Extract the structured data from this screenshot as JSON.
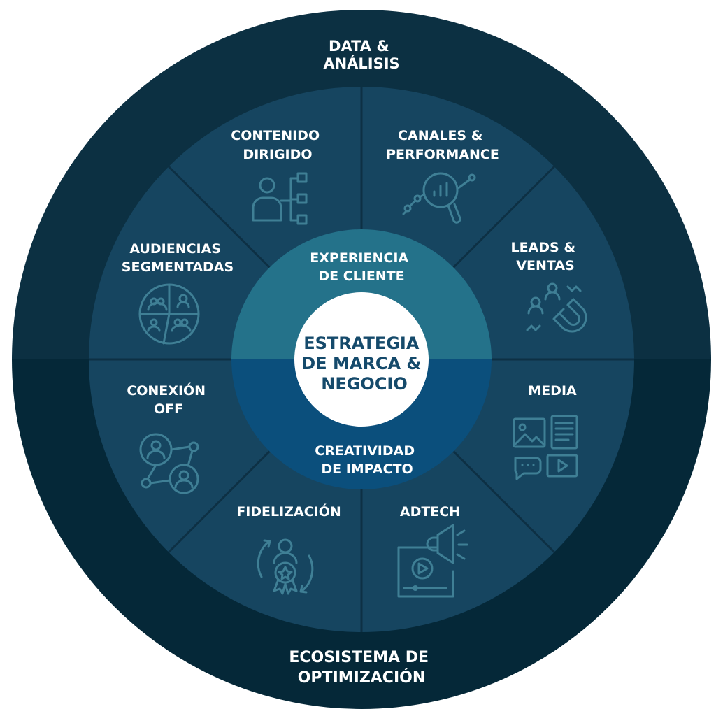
{
  "outer_ring": {
    "top_label": [
      "DATA &",
      "ANÁLISIS"
    ],
    "bottom_label": [
      "ECOSISTEMA DE",
      "OPTIMIZACIÓN"
    ]
  },
  "segments": [
    {
      "label": [
        "CONTENIDO",
        "DIRIGIDO"
      ],
      "icon": "org-chart-person-icon"
    },
    {
      "label": [
        "CANALES &",
        "PERFORMANCE"
      ],
      "icon": "magnifier-analytics-icon"
    },
    {
      "label": [
        "LEADS &",
        "VENTAS"
      ],
      "icon": "magnet-people-icon"
    },
    {
      "label": [
        "MEDIA"
      ],
      "icon": "media-content-icon"
    },
    {
      "label": [
        "ADTECH"
      ],
      "icon": "megaphone-video-icon"
    },
    {
      "label": [
        "FIDELIZACIÓN"
      ],
      "icon": "award-person-icon"
    },
    {
      "label": [
        "CONEXIÓN",
        "OFF"
      ],
      "icon": "network-people-icon"
    },
    {
      "label": [
        "AUDIENCIAS",
        "SEGMENTADAS"
      ],
      "icon": "pie-audience-icon"
    }
  ],
  "inner_ring": {
    "top_label": [
      "EXPERIENCIA",
      "DE CLIENTE"
    ],
    "bottom_label": [
      "CREATIVIDAD",
      "DE IMPACTO"
    ]
  },
  "center": {
    "label": [
      "ESTRATEGIA",
      "DE MARCA &",
      "NEGOCIO"
    ]
  },
  "colors": {
    "outer_top": "#0c3042",
    "outer_bottom": "#052838",
    "segment": "#164560",
    "segment_divider": "#0d3044",
    "inner_top": "#24728a",
    "inner_bottom": "#0b4f7c",
    "center_fill": "#ffffff",
    "center_text": "#154a6b",
    "icon_stroke": "#3f7f95"
  }
}
